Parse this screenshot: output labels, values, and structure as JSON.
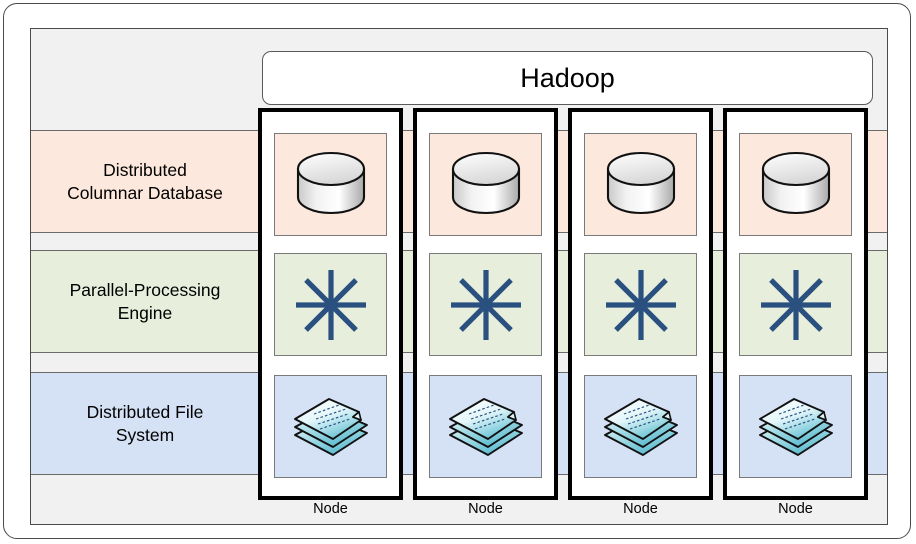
{
  "diagram": {
    "title": "Hadoop",
    "tiers": [
      {
        "id": "distributed-columnar-database",
        "label": "Distributed\nColumnar Database",
        "color": "#fce8dc",
        "icon": "database-cylinder-icon"
      },
      {
        "id": "parallel-processing-engine",
        "label": "Parallel-Processing\nEngine",
        "color": "#e7efdc",
        "icon": "asterisk-star-icon"
      },
      {
        "id": "distributed-file-system",
        "label": "Distributed File\nSystem",
        "color": "#d5e1f5",
        "icon": "document-stack-icon"
      }
    ],
    "nodes": [
      {
        "label": "Node"
      },
      {
        "label": "Node"
      },
      {
        "label": "Node"
      },
      {
        "label": "Node"
      }
    ],
    "colors": {
      "canvas": "#f1f1f1",
      "frame_border": "#4b4b4b",
      "node_border": "#000000",
      "star": "#2a5080",
      "cylinder_light": "#ffffff",
      "cylinder_dark": "#b9b9b9",
      "document_light": "#f2fbfd",
      "document_dark": "#6fc8d8"
    }
  }
}
